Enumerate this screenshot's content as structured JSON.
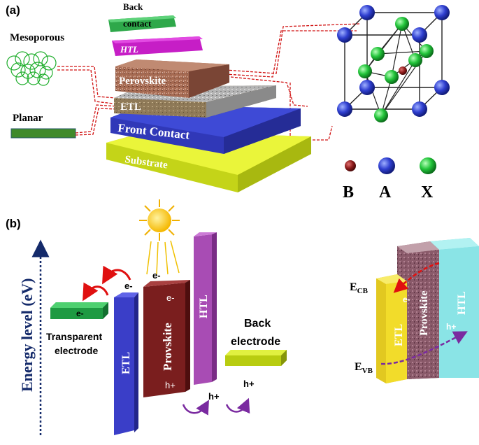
{
  "panel_a": {
    "label": "(a)",
    "mesoporous_label": "Mesoporous",
    "planar_label": "Planar",
    "layers": {
      "back_contact_line1": "Back",
      "back_contact_line2": "contact",
      "htl": "HTL",
      "perovskite": "Perovskite",
      "etl": "ETL",
      "front_contact": "Front Contact",
      "substrate": "Substrate"
    },
    "crystal_legend": {
      "b": "B",
      "a": "A",
      "x": "X"
    },
    "colors": {
      "b_atom": "#8b1a1a",
      "a_atom": "#2f3fd0",
      "x_atom": "#22c43a"
    }
  },
  "panel_b": {
    "label": "(b)",
    "axis_label": "Energy level (eV)",
    "transparent_line1": "Transparent",
    "transparent_line2": "electrode",
    "back_line1": "Back",
    "back_line2": "electrode",
    "etl": "ETL",
    "provskite": "Provskite",
    "htl": "HTL",
    "electron": "e-",
    "hole": "h+",
    "inset": {
      "ecb_main": "E",
      "ecb_sub": "CB",
      "evb_main": "E",
      "evb_sub": "VB",
      "etl": "ETL",
      "provskite": "Provskite",
      "htl": "HTL",
      "electron": "e-",
      "hole": "h+"
    }
  }
}
